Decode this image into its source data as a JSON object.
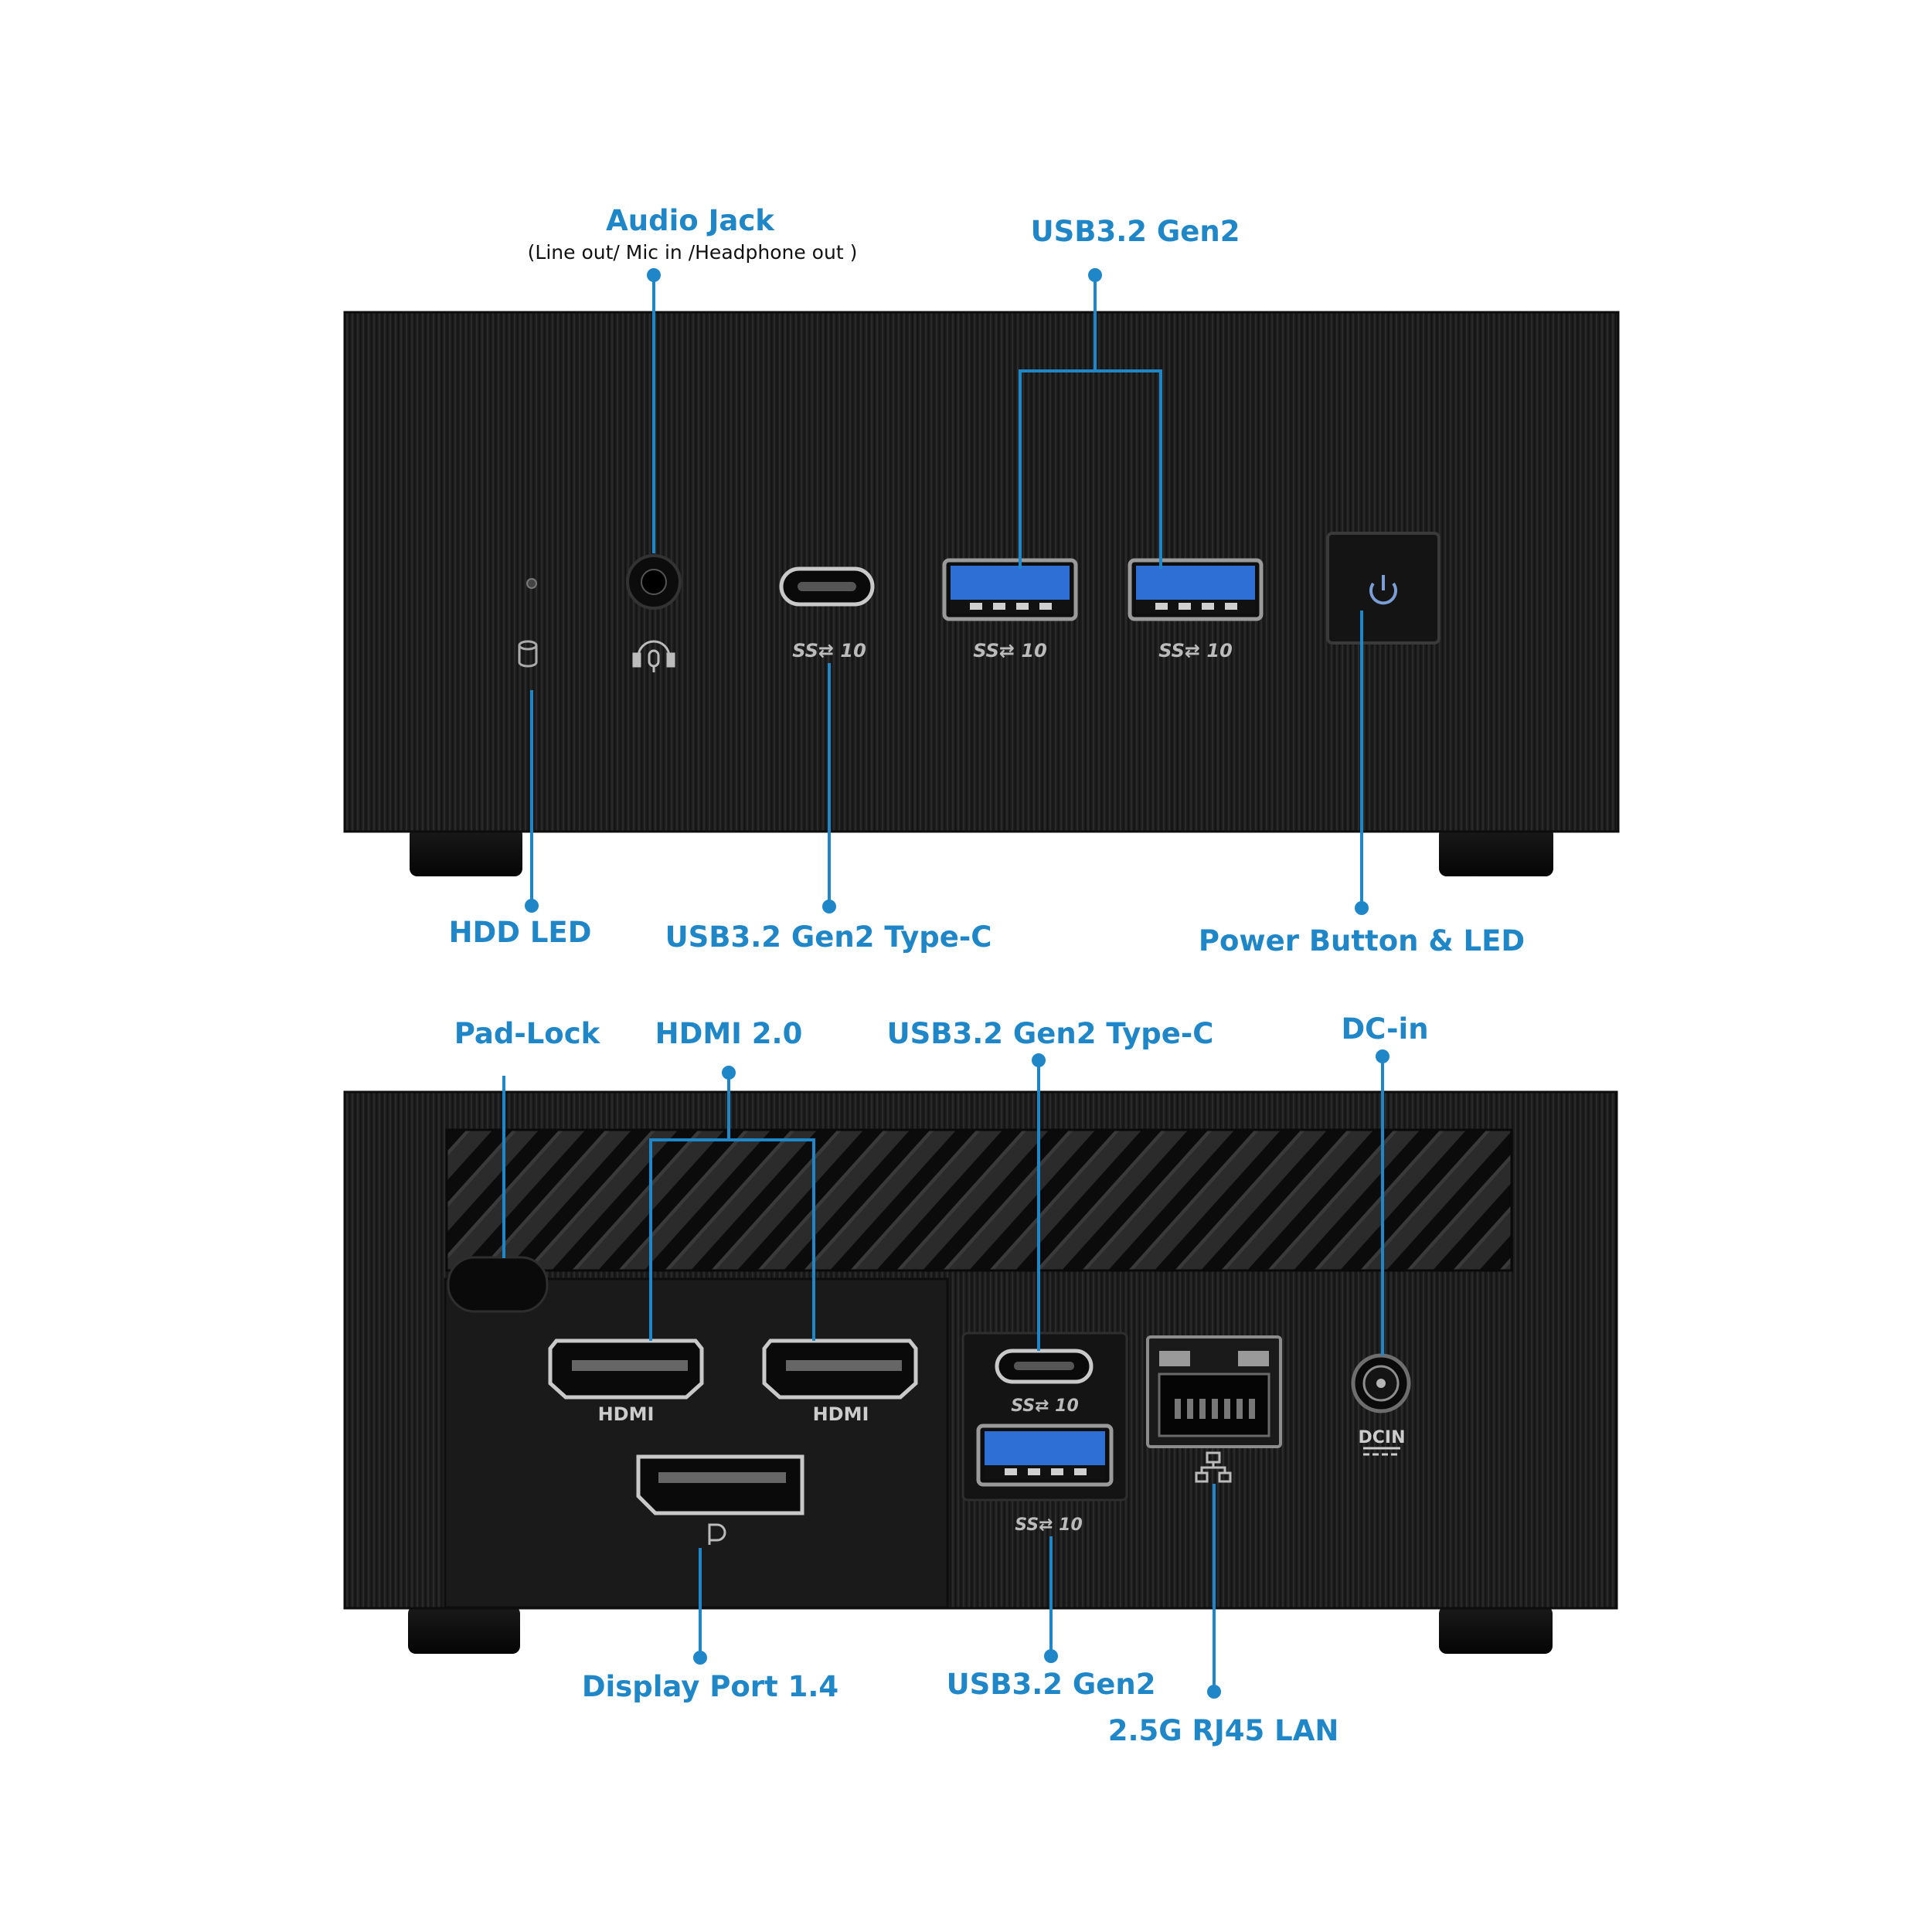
{
  "front": {
    "labels": {
      "audio_jack": "Audio Jack",
      "audio_jack_sub": "(Line out/ Mic in /Headphone out )",
      "usb_gen2": "USB3.2 Gen2",
      "hdd_led": "HDD LED",
      "usb_typec": "USB3.2 Gen2 Type-C",
      "power_button": "Power Button & LED"
    },
    "port_marks": {
      "usbc": "SS⇄ 10",
      "usba_1": "SS⇄ 10",
      "usba_2": "SS⇄ 10"
    }
  },
  "rear": {
    "labels": {
      "pad_lock": "Pad-Lock",
      "hdmi": "HDMI 2.0",
      "usb_typec": "USB3.2 Gen2 Type-C",
      "dc_in": "DC-in",
      "display_port": "Display Port 1.4",
      "usb_gen2": "USB3.2 Gen2",
      "lan": "2.5G RJ45 LAN"
    },
    "port_marks": {
      "hdmi_1": "HDMI",
      "hdmi_2": "HDMI",
      "usbc": "SS⇄ 10",
      "usba": "SS⇄ 10",
      "dcin": "DCIN"
    }
  },
  "colors": {
    "label": "#1f86c8",
    "chassis": "#1b1b1b",
    "usb_blue": "#2e6fd6"
  }
}
